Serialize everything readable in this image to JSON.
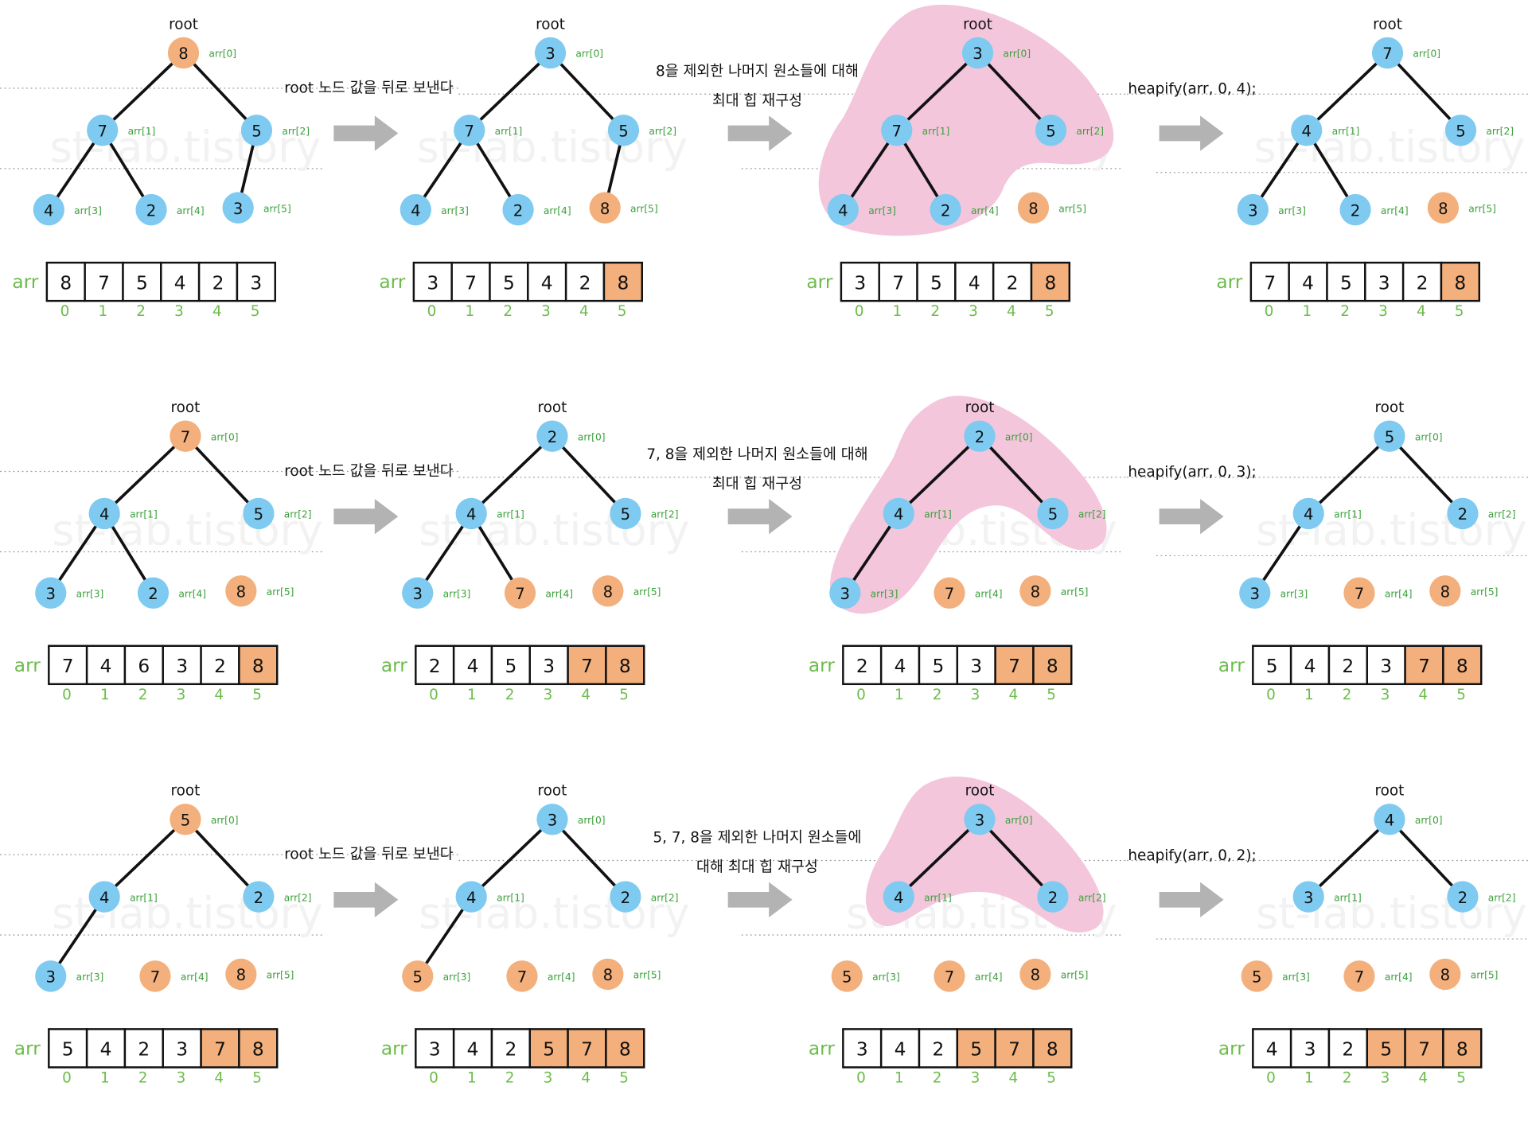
{
  "colors": {
    "node_blue": "#7fcaf0",
    "node_orange": "#f3b07c",
    "highlight_pink": "#f3c6dc",
    "index_green": "#6cbc4a",
    "label_green": "#3aa03a",
    "arrow_gray": "#b3b3b3",
    "cell_orange": "#f3b07c",
    "text": "#111111"
  },
  "labels": {
    "root": "root",
    "arr": "arr",
    "slot_names": [
      "arr[0]",
      "arr[1]",
      "arr[2]",
      "arr[3]",
      "arr[4]",
      "arr[5]"
    ],
    "indices": [
      "0",
      "1",
      "2",
      "3",
      "4",
      "5"
    ],
    "watermark": "st-lab.tistory"
  },
  "rows": [
    {
      "send_caption": "root 노드 값을 뒤로 보낸다",
      "rebuild_caption": [
        "8을 제외한 나머지 원소들에 대해",
        "최대 힙 재구성"
      ],
      "heapify_caption": "heapify(arr, 0, 4);",
      "panels": [
        {
          "nodes": [
            "8",
            "7",
            "5",
            "4",
            "2",
            "3"
          ],
          "orange_nodes": [
            0
          ],
          "detached": [],
          "highlight": [],
          "cells": [
            "8",
            "7",
            "5",
            "4",
            "2",
            "3"
          ],
          "orange_cells": []
        },
        {
          "nodes": [
            "3",
            "7",
            "5",
            "4",
            "2",
            "8"
          ],
          "orange_nodes": [
            5
          ],
          "detached": [],
          "highlight": [],
          "cells": [
            "3",
            "7",
            "5",
            "4",
            "2",
            "8"
          ],
          "orange_cells": [
            5
          ]
        },
        {
          "nodes": [
            "3",
            "7",
            "5",
            "4",
            "2",
            "8"
          ],
          "orange_nodes": [
            5
          ],
          "detached": [
            5
          ],
          "highlight": [
            0,
            1,
            2,
            3,
            4
          ],
          "cells": [
            "3",
            "7",
            "5",
            "4",
            "2",
            "8"
          ],
          "orange_cells": [
            5
          ]
        },
        {
          "nodes": [
            "7",
            "4",
            "5",
            "3",
            "2",
            "8"
          ],
          "orange_nodes": [
            5
          ],
          "detached": [
            5
          ],
          "highlight": [],
          "cells": [
            "7",
            "4",
            "5",
            "3",
            "2",
            "8"
          ],
          "orange_cells": [
            5
          ]
        }
      ]
    },
    {
      "send_caption": "root 노드 값을 뒤로 보낸다",
      "rebuild_caption": [
        "7, 8을 제외한 나머지 원소들에 대해",
        "최대 힙 재구성"
      ],
      "heapify_caption": "heapify(arr, 0, 3);",
      "panels": [
        {
          "nodes": [
            "7",
            "4",
            "5",
            "3",
            "2",
            "8"
          ],
          "orange_nodes": [
            0,
            5
          ],
          "detached": [
            5
          ],
          "highlight": [],
          "cells": [
            "7",
            "4",
            "6",
            "3",
            "2",
            "8"
          ],
          "orange_cells": [
            5
          ]
        },
        {
          "nodes": [
            "2",
            "4",
            "5",
            "3",
            "7",
            "8"
          ],
          "orange_nodes": [
            4,
            5
          ],
          "detached": [
            5
          ],
          "highlight": [],
          "cells": [
            "2",
            "4",
            "5",
            "3",
            "7",
            "8"
          ],
          "orange_cells": [
            4,
            5
          ]
        },
        {
          "nodes": [
            "2",
            "4",
            "5",
            "3",
            "7",
            "8"
          ],
          "orange_nodes": [
            4,
            5
          ],
          "detached": [
            4,
            5
          ],
          "highlight": [
            0,
            1,
            2,
            3
          ],
          "cells": [
            "2",
            "4",
            "5",
            "3",
            "7",
            "8"
          ],
          "orange_cells": [
            4,
            5
          ]
        },
        {
          "nodes": [
            "5",
            "4",
            "2",
            "3",
            "7",
            "8"
          ],
          "orange_nodes": [
            4,
            5
          ],
          "detached": [
            4,
            5
          ],
          "highlight": [],
          "cells": [
            "5",
            "4",
            "2",
            "3",
            "7",
            "8"
          ],
          "orange_cells": [
            4,
            5
          ]
        }
      ]
    },
    {
      "send_caption": "root 노드 값을 뒤로 보낸다",
      "rebuild_caption": [
        "5, 7, 8을 제외한 나머지 원소들에",
        "대해 최대 힙 재구성"
      ],
      "heapify_caption": "heapify(arr, 0, 2);",
      "panels": [
        {
          "nodes": [
            "5",
            "4",
            "2",
            "3",
            "7",
            "8"
          ],
          "orange_nodes": [
            0,
            4,
            5
          ],
          "detached": [
            4,
            5
          ],
          "highlight": [],
          "cells": [
            "5",
            "4",
            "2",
            "3",
            "7",
            "8"
          ],
          "orange_cells": [
            4,
            5
          ]
        },
        {
          "nodes": [
            "3",
            "4",
            "2",
            "5",
            "7",
            "8"
          ],
          "orange_nodes": [
            3,
            4,
            5
          ],
          "detached": [
            4,
            5
          ],
          "highlight": [],
          "cells": [
            "3",
            "4",
            "2",
            "5",
            "7",
            "8"
          ],
          "orange_cells": [
            3,
            4,
            5
          ]
        },
        {
          "nodes": [
            "3",
            "4",
            "2",
            "5",
            "7",
            "8"
          ],
          "orange_nodes": [
            3,
            4,
            5
          ],
          "detached": [
            3,
            4,
            5
          ],
          "highlight": [
            0,
            1,
            2
          ],
          "cells": [
            "3",
            "4",
            "2",
            "5",
            "7",
            "8"
          ],
          "orange_cells": [
            3,
            4,
            5
          ]
        },
        {
          "nodes": [
            "4",
            "3",
            "2",
            "5",
            "7",
            "8"
          ],
          "orange_nodes": [
            3,
            4,
            5
          ],
          "detached": [
            3,
            4,
            5
          ],
          "highlight": [],
          "cells": [
            "4",
            "3",
            "2",
            "5",
            "7",
            "8"
          ],
          "orange_cells": [
            3,
            4,
            5
          ]
        }
      ]
    }
  ]
}
